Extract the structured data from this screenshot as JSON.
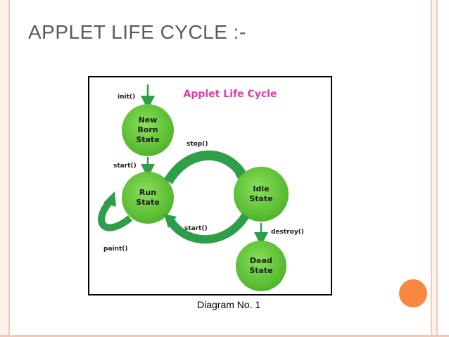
{
  "slide": {
    "title": "APPLET LIFE CYCLE :-",
    "caption": "Diagram No. 1"
  },
  "diagram": {
    "heading": "Applet Life Cycle",
    "states": {
      "newborn": [
        "New",
        "Born",
        "State"
      ],
      "run": [
        "Run",
        "State"
      ],
      "idle": [
        "Idle",
        "State"
      ],
      "dead": [
        "Dead",
        "State"
      ]
    },
    "labels": {
      "init": "init()",
      "start1": "start()",
      "stop": "stop()",
      "start2": "start()",
      "paint": "paint()",
      "destroy": "destroy()"
    }
  },
  "colors": {
    "state_fill": "#6fcf3a",
    "arrow_green": "#2e9e48",
    "heading_pink": "#e23aa8",
    "accent_orange": "#f9873f"
  }
}
